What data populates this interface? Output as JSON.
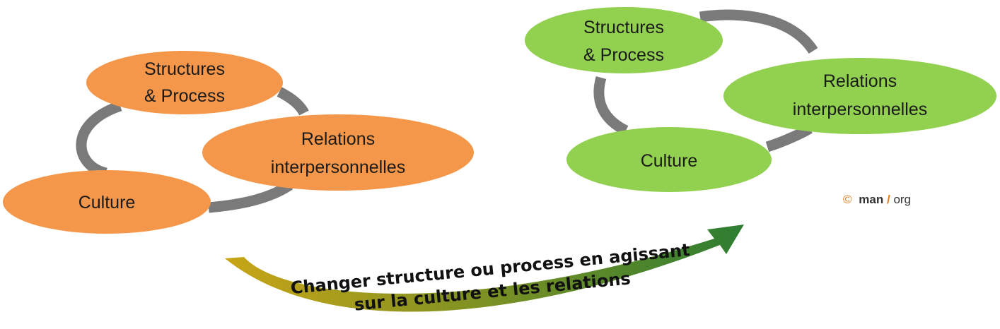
{
  "colors": {
    "cycle_ring": "#7a7a7a",
    "left_ellipse": "#f5974a",
    "right_ellipse": "#92d050",
    "arrow_start": "#c8a516",
    "arrow_end": "#2e7d32",
    "copyright_symbol": "#e07a1f",
    "brand_dark": "#333333",
    "brand_slash": "#e07a1f"
  },
  "left_diagram": {
    "structures": {
      "line1": "Structures",
      "line2": "&  Process"
    },
    "relations": {
      "line1": "Relations",
      "line2": "interpersonnelles"
    },
    "culture": {
      "label": "Culture"
    }
  },
  "right_diagram": {
    "structures": {
      "line1": "Structures",
      "line2": "&  Process"
    },
    "relations": {
      "line1": "Relations",
      "line2": "interpersonnelles"
    },
    "culture": {
      "label": "Culture"
    }
  },
  "arrow": {
    "line1": "Changer structure ou process en agissant",
    "line2": "sur la culture et les relations"
  },
  "copyright": {
    "symbol": "©",
    "brand_part1": "man",
    "brand_slash": "/",
    "brand_part2": "org"
  }
}
